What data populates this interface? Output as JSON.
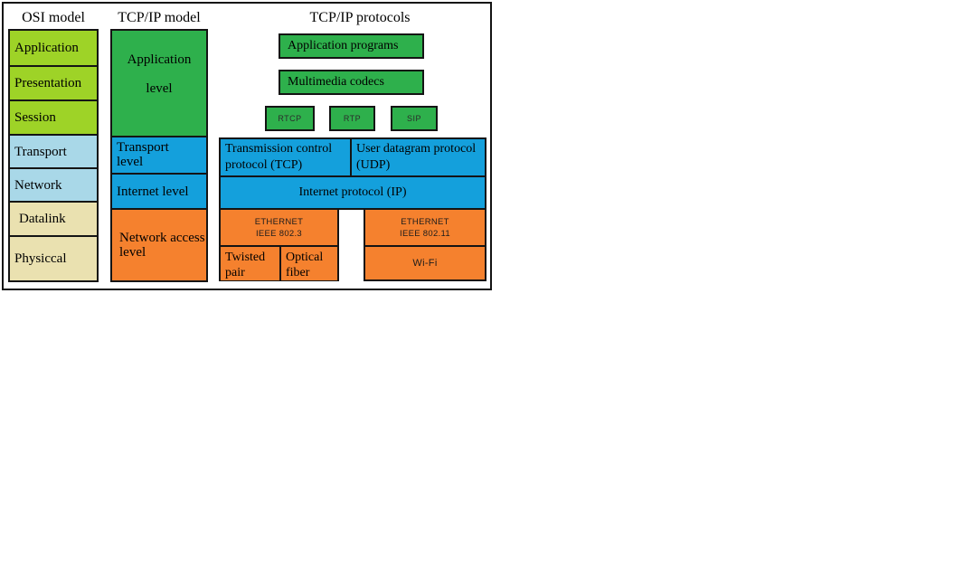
{
  "palette": {
    "yellow_green": "#9ed327",
    "light_blue": "#a9d8e8",
    "tan": "#eae1b0",
    "green": "#2eb04c",
    "blue": "#14a0dc",
    "orange": "#f5812e"
  },
  "headers": {
    "osi_model": "OSI model",
    "tcpip_model": "TCP/IP model",
    "tcpip_protocols": "TCP/IP protocols"
  },
  "osi": {
    "layers": [
      "Application",
      "Presentation",
      "Session",
      "Transport",
      "Network",
      "Datalink",
      "Physiccal"
    ]
  },
  "tcpip_model": {
    "levels": [
      "Application\n\nlevel",
      "Transport\nlevel",
      "Internet level",
      "Network access\nlevel"
    ]
  },
  "protocols": {
    "application_programs": "Application programs",
    "multimedia_codecs": "Multimedia codecs",
    "rtcp": "RTCP",
    "rtp": "RTP",
    "sip": "SIP",
    "tcp": "Transmission control protocol (TCP)",
    "udp": "User datagram protocol (UDP)",
    "ip": "Internet protocol (IP)",
    "ethernet_ieee_802_3": "ETHERNET\nIEEE 802.3",
    "ethernet_ieee_802_11": "ETHERNET\nIEEE 802.11",
    "twisted_pair": "Twisted\npair",
    "optical_fiber": "Optical\nfiber",
    "wifi": "Wi-Fi"
  }
}
